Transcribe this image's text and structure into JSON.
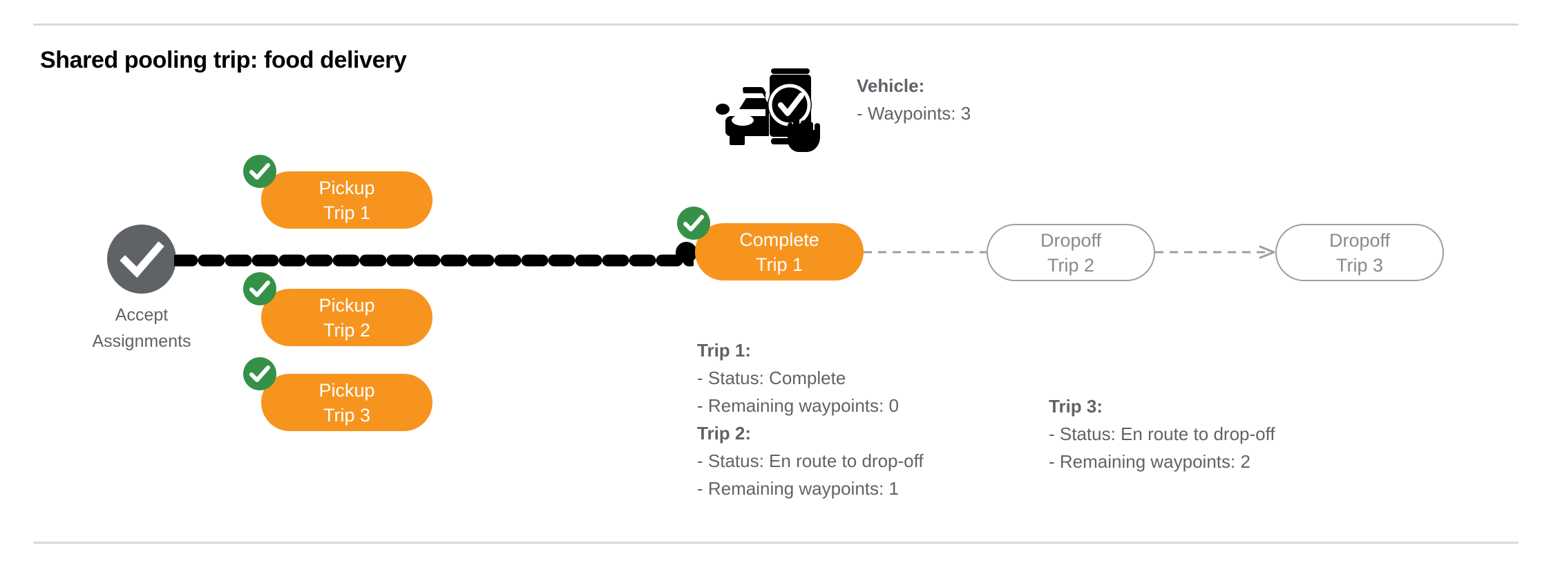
{
  "title": "Shared pooling trip: food delivery",
  "colors": {
    "orange": "#f7941e",
    "green": "#359147",
    "gray_text": "#5f6368",
    "gray_outline": "#9e9e9e",
    "black": "#000000",
    "rule": "#d9d9d9"
  },
  "vehicle": {
    "icon": "car-phone-check-icon",
    "heading": "Vehicle:",
    "heading_label": "Vehicle",
    "waypoints_line": "- Waypoints: 3",
    "waypoints": 3
  },
  "accept_node": {
    "icon": "check-icon",
    "label_line1": "Accept",
    "label_line2": "Assignments"
  },
  "nodes": [
    {
      "id": "pickup-trip-1",
      "line1": "Pickup",
      "line2": "Trip 1",
      "style": "filled",
      "badge": "check-badge-icon",
      "has_badge": true
    },
    {
      "id": "pickup-trip-2",
      "line1": "Pickup",
      "line2": "Trip 2",
      "style": "filled",
      "badge": "check-badge-icon",
      "has_badge": true
    },
    {
      "id": "pickup-trip-3",
      "line1": "Pickup",
      "line2": "Trip 3",
      "style": "filled",
      "badge": "check-badge-icon",
      "has_badge": true
    },
    {
      "id": "complete-trip-1",
      "line1": "Complete",
      "line2": "Trip 1",
      "style": "filled",
      "badge": "check-badge-icon",
      "has_badge": true
    },
    {
      "id": "dropoff-trip-2",
      "line1": "Dropoff",
      "line2": "Trip 2",
      "style": "outlined",
      "has_badge": false
    },
    {
      "id": "dropoff-trip-3",
      "line1": "Dropoff",
      "line2": "Trip 3",
      "style": "outlined",
      "has_badge": false
    }
  ],
  "trip_details_left": {
    "trip1_heading": "Trip 1:",
    "trip1_status": "- Status:  Complete",
    "trip1_waypoints": "- Remaining waypoints: 0",
    "trip2_heading": "Trip 2:",
    "trip2_status": "- Status:  En route to drop-off",
    "trip2_waypoints": "- Remaining waypoints: 1"
  },
  "trip_details_right": {
    "trip3_heading": "Trip 3:",
    "trip3_status": "- Status:  En route to drop-off",
    "trip3_waypoints": "- Remaining waypoints: 2"
  },
  "trips": [
    {
      "name": "Trip 1",
      "status": "Complete",
      "remaining_waypoints": 0
    },
    {
      "name": "Trip 2",
      "status": "En route to drop-off",
      "remaining_waypoints": 1
    },
    {
      "name": "Trip 3",
      "status": "En route to drop-off",
      "remaining_waypoints": 2
    }
  ]
}
